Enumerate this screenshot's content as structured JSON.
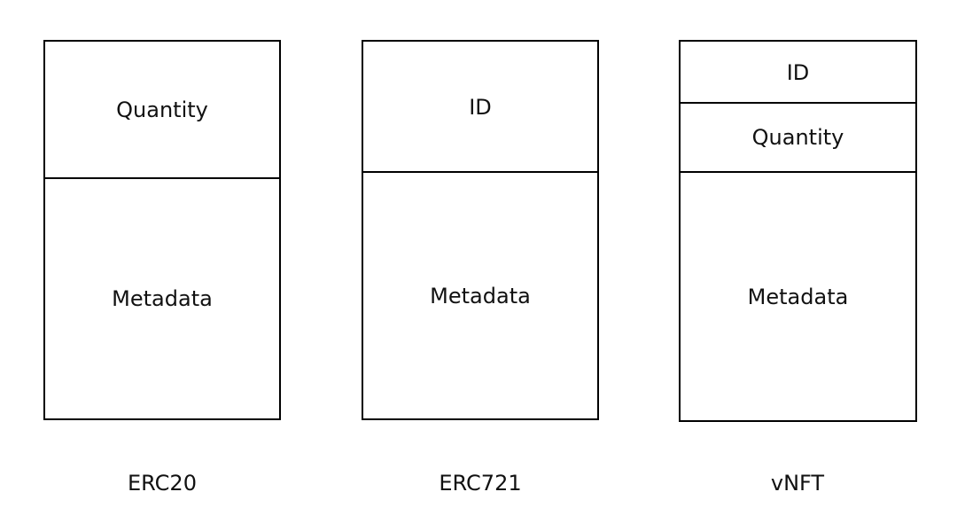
{
  "columns": [
    {
      "caption": "ERC20",
      "cells": [
        "Quantity",
        "Metadata"
      ]
    },
    {
      "caption": "ERC721",
      "cells": [
        "ID",
        "Metadata"
      ]
    },
    {
      "caption": "vNFT",
      "cells": [
        "ID",
        "Quantity",
        "Metadata"
      ]
    }
  ]
}
